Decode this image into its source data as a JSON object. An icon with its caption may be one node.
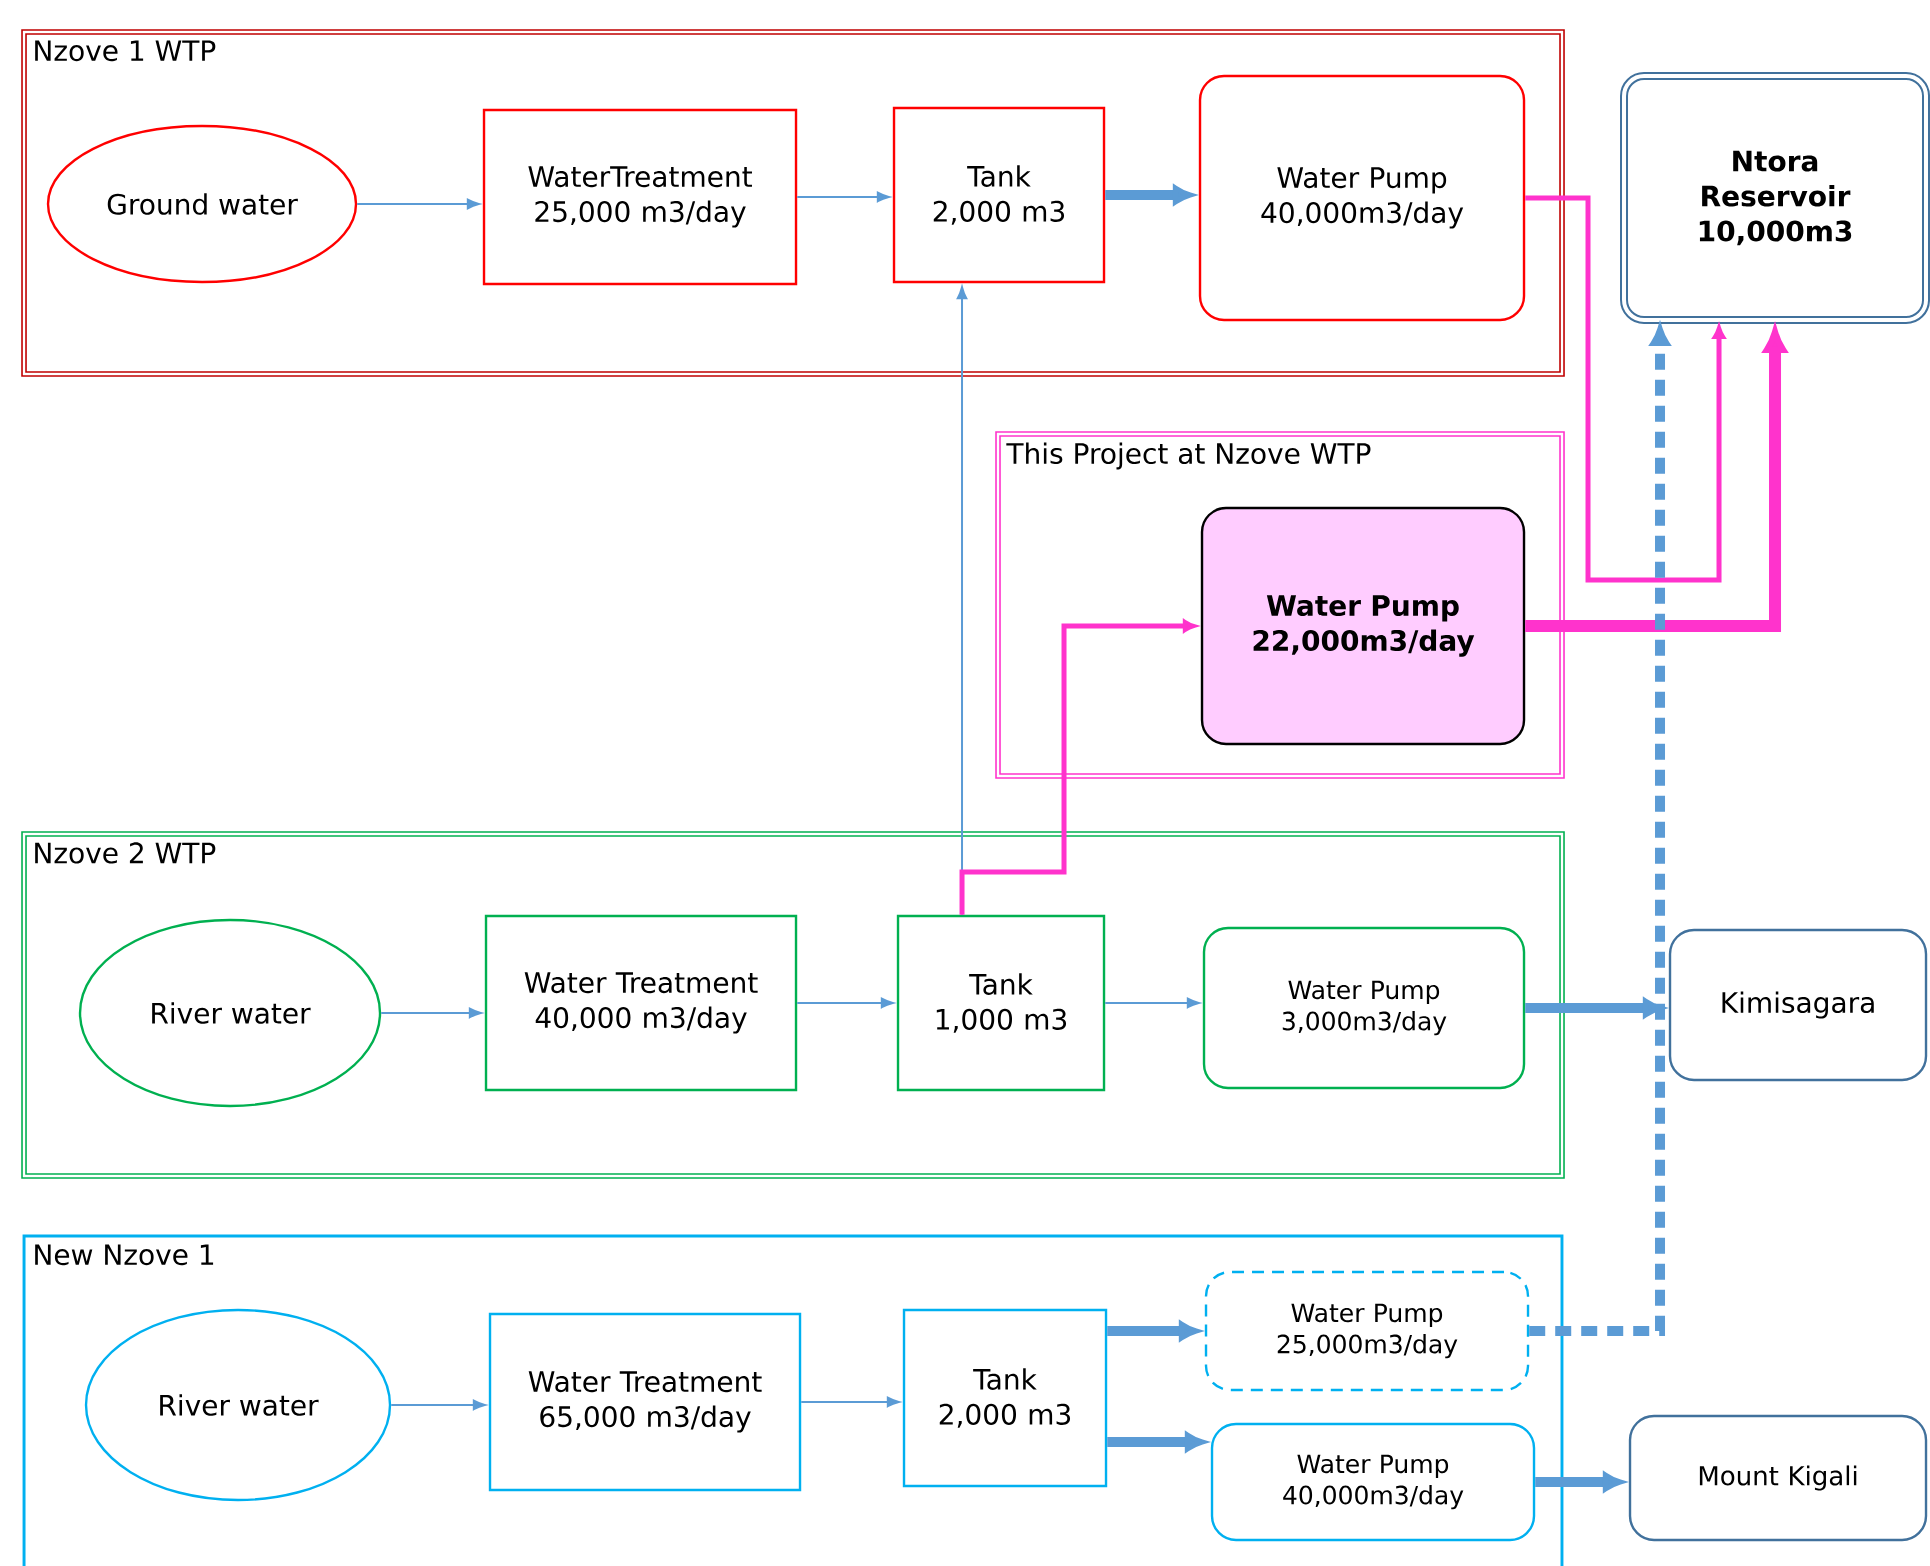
{
  "diagram": {
    "nodes": [
      {
        "text": [
          "Nzove 1 WTP"
        ]
      },
      {
        "text": [
          "Ground water"
        ],
        "in": 0
      },
      {
        "text": [
          "WaterTreatment 25,000 m3/day"
        ],
        "in": 0
      },
      {
        "text": [
          "Tank 2,000 m3"
        ],
        "in": 0
      },
      {
        "text": [
          "Water Pump 40,000m3/day"
        ],
        "in": 0
      },
      {
        "text": [
          "Ntora Reservoir 10,000m3"
        ]
      },
      {
        "text": [
          "This Project at Nzove WTP"
        ]
      },
      {
        "text": [
          "Water Pump 22,000m3/day"
        ],
        "in": 6
      },
      {
        "text": [
          "Nzove 2 WTP"
        ]
      },
      {
        "text": [
          "River water"
        ],
        "in": 8
      },
      {
        "text": [
          "Water Treatment 40,000 m3/day"
        ],
        "in": 8
      },
      {
        "text": [
          "Tank 1,000 m3"
        ],
        "in": 8
      },
      {
        "text": [
          "Water Pump 3,000m3/day"
        ],
        "in": 8
      },
      {
        "text": [
          "Kimisagara"
        ]
      },
      {
        "text": [
          "New Nzove 1"
        ]
      },
      {
        "text": [
          "River water"
        ],
        "in": 14
      },
      {
        "text": [
          "Water Treatment 65,000 m3/day"
        ],
        "in": 14
      },
      {
        "text": [
          "Tank 2,000 m3"
        ],
        "in": 14
      },
      {
        "text": [
          "Water Pump 25,000m3/day"
        ],
        "in": 14
      },
      {
        "text": [
          "Water Pump 40,000m3/day"
        ],
        "in": 14
      },
      {
        "text": [
          "Mount Kigali"
        ]
      }
    ],
    "edges": [
      {
        "from": 1,
        "to": 2,
        "arrow": "to"
      },
      {
        "from": 2,
        "to": 3,
        "arrow": "to"
      },
      {
        "from": 3,
        "to": 4,
        "arrow": "to",
        "style": "thick"
      },
      {
        "from": 4,
        "to": 5,
        "arrow": "to",
        "color": "#ff33cc"
      },
      {
        "from": 7,
        "to": 5,
        "arrow": "to",
        "style": "thick",
        "color": "#ff33cc"
      },
      {
        "from": 11,
        "to": 3,
        "arrow": "to"
      },
      {
        "from": 11,
        "to": 7,
        "arrow": "to",
        "color": "#ff33cc"
      },
      {
        "from": 9,
        "to": 10,
        "arrow": "to"
      },
      {
        "from": 10,
        "to": 11,
        "arrow": "to"
      },
      {
        "from": 11,
        "to": 12,
        "arrow": "to"
      },
      {
        "from": 12,
        "to": 13,
        "arrow": "to",
        "style": "thick"
      },
      {
        "from": 15,
        "to": 16,
        "arrow": "to"
      },
      {
        "from": 16,
        "to": 17,
        "arrow": "to"
      },
      {
        "from": 17,
        "to": 18,
        "arrow": "to",
        "style": "thick"
      },
      {
        "from": 17,
        "to": 19,
        "arrow": "to",
        "style": "thick"
      },
      {
        "from": 18,
        "to": 5,
        "arrow": "to",
        "style": "dashed"
      },
      {
        "from": 19,
        "to": 20,
        "arrow": "to",
        "style": "thick"
      }
    ]
  }
}
